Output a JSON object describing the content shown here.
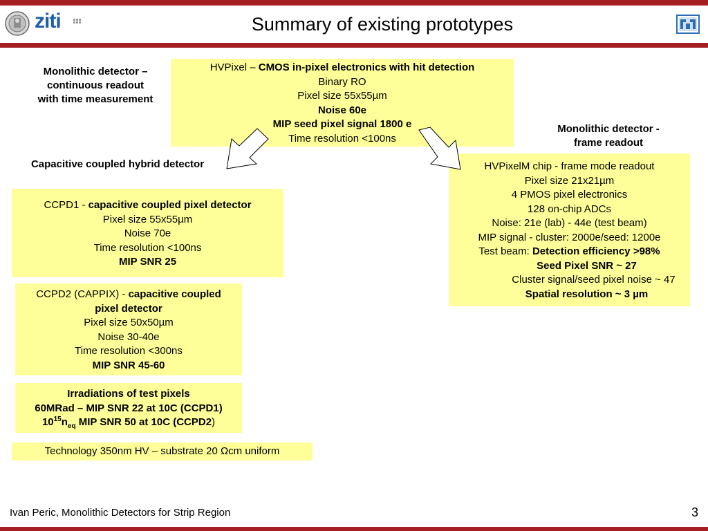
{
  "header": {
    "title": "Summary of existing prototypes",
    "logo_text": "ziti"
  },
  "labels": {
    "monolithic_continuous": [
      "Monolithic detector –",
      "continuous readout",
      "with time measurement"
    ],
    "monolithic_frame": [
      "Monolithic detector -",
      "frame readout"
    ],
    "capacitive_hybrid": "Capacitive coupled hybrid detector"
  },
  "hvpixel": {
    "line1_prefix": "HVPixel – ",
    "line1_bold": "CMOS in-pixel electronics with hit detection",
    "line2": "Binary RO",
    "line3": "Pixel size 55x55µm",
    "line4_bold": "Noise 60e",
    "line5_bold": "MIP seed pixel signal 1800 e",
    "line6": "Time resolution <100ns"
  },
  "hvpixelm": {
    "line1": "HVPixelM chip - frame mode readout",
    "line2": "Pixel size 21x21µm",
    "line3": "4 PMOS pixel electronics",
    "line4": "128 on-chip ADCs",
    "line5": "Noise: 21e (lab) - 44e (test beam)",
    "line6": "MIP signal - cluster: 2000e/seed: 1200e",
    "line7_prefix": "Test beam: ",
    "line7_bold": "Detection efficiency >98%",
    "line8_bold": "Seed Pixel SNR ~ 27",
    "line9": "Cluster signal/seed pixel noise ~ 47",
    "line10_bold": "Spatial resolution ~ 3 µm"
  },
  "ccpd1": {
    "line1_prefix": "CCPD1 - ",
    "line1_bold": "capacitive coupled pixel detector",
    "line2": "Pixel size 55x55µm",
    "line3": "Noise 70e",
    "line4": "Time resolution <100ns",
    "line5_bold": "MIP SNR 25"
  },
  "ccpd2": {
    "line1_prefix": "CCPD2 (CAPPIX) - ",
    "line1_bold": "capacitive coupled",
    "line2_bold": "pixel detector",
    "line3": "Pixel size 50x50µm",
    "line4": "Noise 30-40e",
    "line5": "Time resolution <300ns",
    "line6_bold": "MIP SNR 45-60"
  },
  "irradiation": {
    "line1_bold": "Irradiations of test pixels",
    "line2_bold": "60MRad – MIP SNR 22 at 10C (CCPD1)",
    "line3_base": "10",
    "line3_sup": "15",
    "line3_n": "n",
    "line3_sub": "eq",
    "line3_bold_rest": " MIP SNR 50 at 10C (CCPD2",
    "line3_tail": ")"
  },
  "technology": {
    "text": "Technology 350nm HV – substrate 20 Ωcm uniform"
  },
  "footer": {
    "author": "Ivan Peric, Monolithic Detectors for Strip Region",
    "page": "3"
  },
  "colors": {
    "accent_bar": "#a51e22",
    "box_fill": "#ffff99",
    "logo_blue": "#1f5ea8"
  }
}
